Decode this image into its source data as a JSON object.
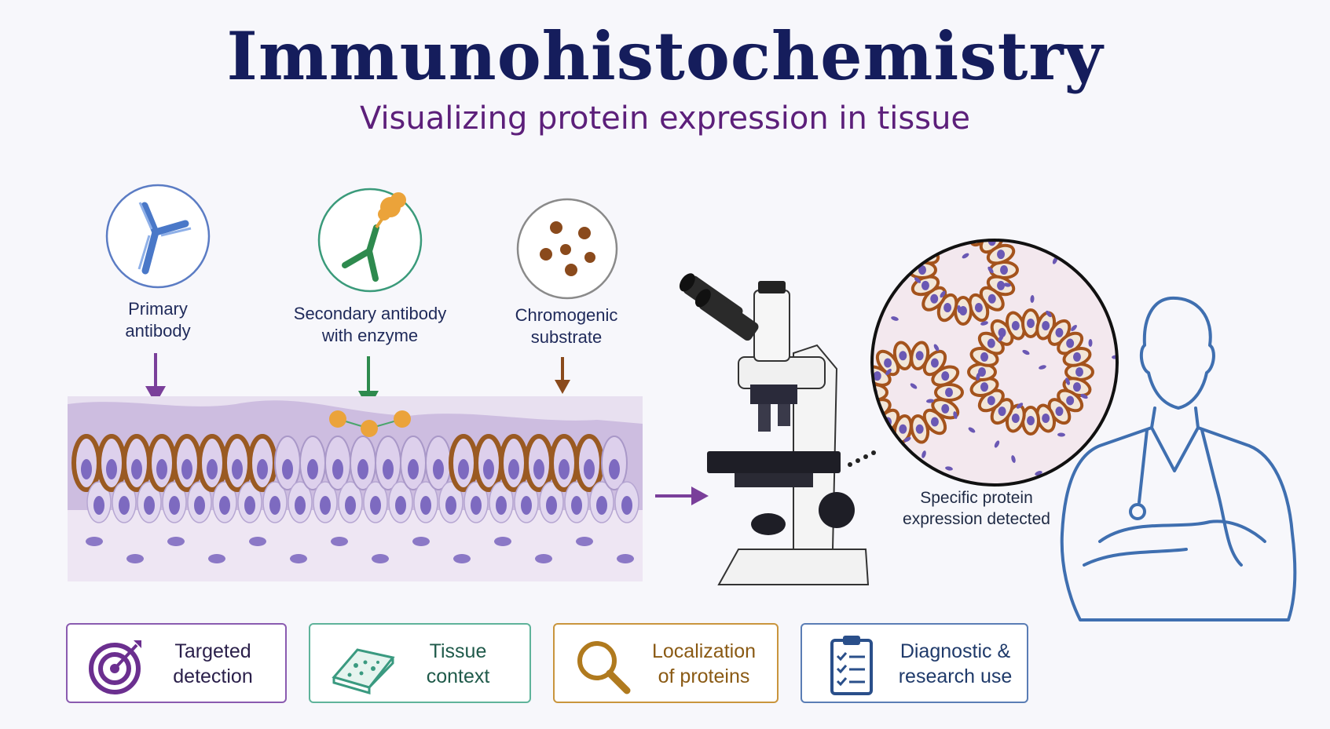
{
  "header": {
    "title": "Immunohistochemistry",
    "subtitle": "Visualizing protein expression in tissue"
  },
  "reagents": [
    {
      "label_line1": "Primary",
      "label_line2": "antibody",
      "icon": "antibody-icon",
      "color": "#5b7cc4"
    },
    {
      "label_line1": "Secondary antibody",
      "label_line2": "with enzyme",
      "icon": "enzyme-antibody-icon",
      "color": "#2f8a5a"
    },
    {
      "label_line1": "Chromogenic",
      "label_line2": "substrate",
      "icon": "substrate-dots-icon",
      "color": "#8a4a1c"
    }
  ],
  "result": {
    "line1": "Specific protein",
    "line2": "expression detected"
  },
  "features": [
    {
      "line1": "Targeted",
      "line2": "detection",
      "icon": "target-icon",
      "color": "#6b2f8f"
    },
    {
      "line1": "Tissue",
      "line2": "context",
      "icon": "tissue-slide-icon",
      "color": "#3a9a80"
    },
    {
      "line1": "Localization",
      "line2": "of proteins",
      "icon": "magnifier-icon",
      "color": "#b07a1e"
    },
    {
      "line1": "Diagnostic &",
      "line2": "research use",
      "icon": "clipboard-icon",
      "color": "#2a4f8a"
    }
  ]
}
